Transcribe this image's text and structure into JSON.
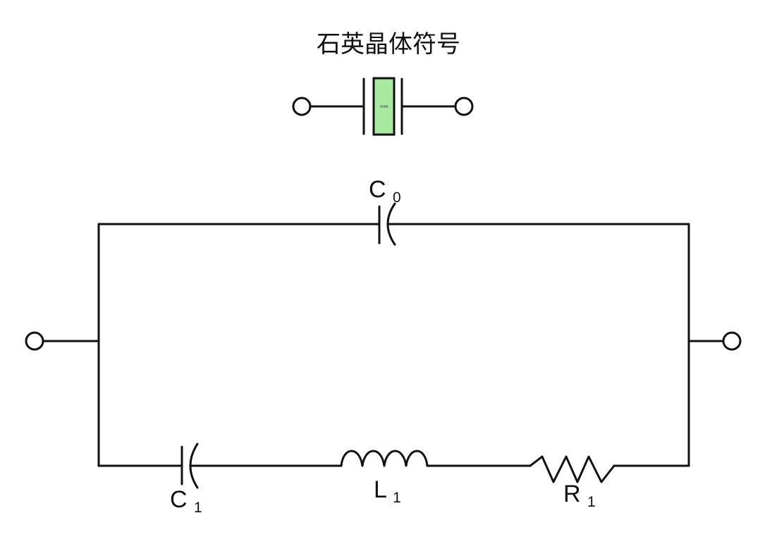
{
  "title": "石英晶体符号",
  "crystal_symbol": {
    "inner_text": "XOAN",
    "fill_color": "#a7ea9f"
  },
  "components": {
    "C0": {
      "main": "C",
      "sub": "0"
    },
    "C1": {
      "main": "C",
      "sub": "1"
    },
    "L1": {
      "main": "L",
      "sub": "1"
    },
    "R1": {
      "main": "R",
      "sub": "1"
    }
  }
}
